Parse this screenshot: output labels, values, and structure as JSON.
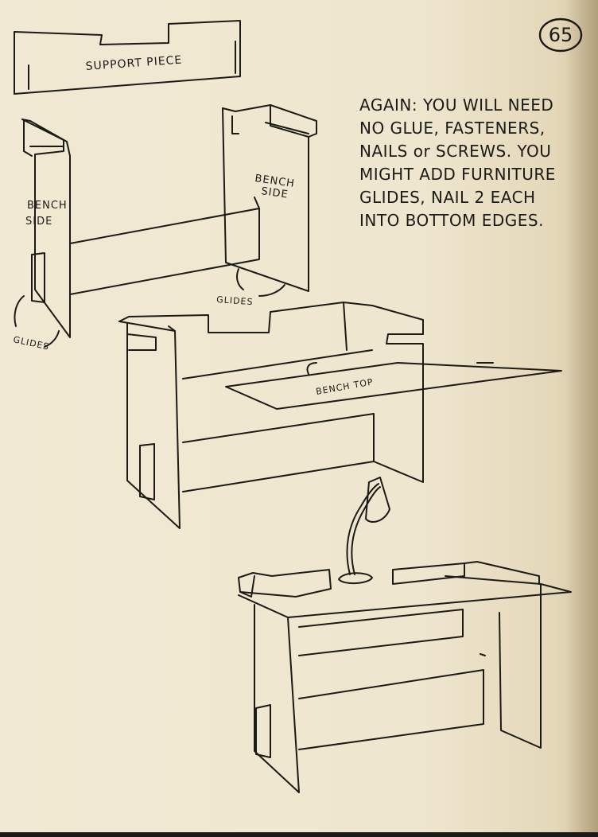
{
  "page_number": "65",
  "note_lines": [
    "AGAIN: YOU WILL NEED",
    "NO GLUE, FASTENERS,",
    "NAILS or SCREWS. YOU",
    "MIGHT ADD FURNITURE",
    "GLIDES, NAIL 2 EACH",
    "INTO BOTTOM EDGES."
  ],
  "labels": {
    "support_piece": "SUPPORT PIECE",
    "bench_side_left_1": "BENCH",
    "bench_side_left_2": "SIDE",
    "bench_side_right_1": "BENCH",
    "bench_side_right_2": "SIDE",
    "glides_center": "GLIDES",
    "glides_left": "GLIDES",
    "bench_top": "BENCH TOP"
  }
}
